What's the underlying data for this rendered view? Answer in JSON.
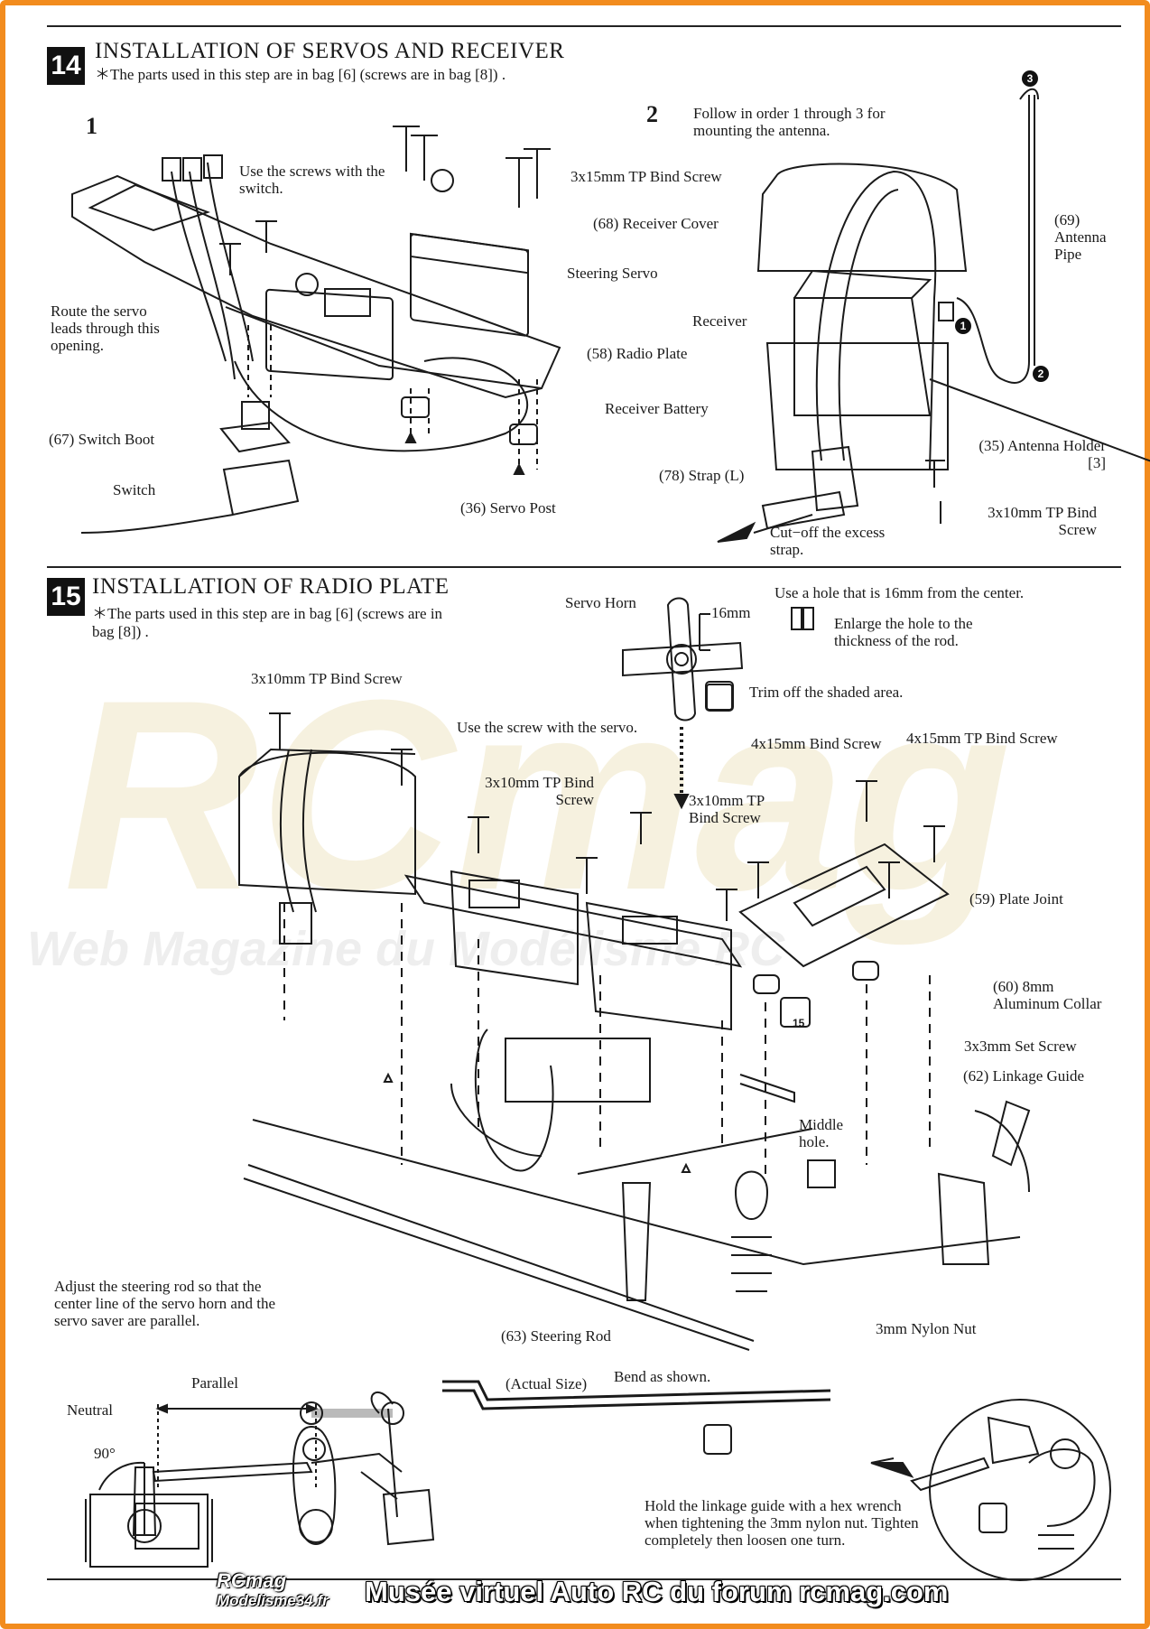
{
  "step14": {
    "number": "14",
    "title": "INSTALLATION OF SERVOS AND RECEIVER",
    "note": "＊The parts used in this step are in bag [6] (screws are in bag [8]) .",
    "sub1": "1",
    "sub2": "2",
    "labels": {
      "use_screws_switch": "Use the screws with the switch.",
      "screw_3x15": "3x15mm TP Bind Screw",
      "steering_servo": "Steering Servo",
      "route_leads": "Route the servo leads through this opening.",
      "radio_plate": "(58)  Radio Plate",
      "switch_boot": "(67)  Switch Boot",
      "switch": "Switch",
      "servo_post": "(36)  Servo Post",
      "antenna_order": "Follow in order 1 through 3 for mounting the antenna.",
      "receiver_cover": "(68)  Receiver Cover",
      "receiver": "Receiver",
      "receiver_battery": "Receiver Battery",
      "strap": "(78)  Strap  (L)",
      "cut_off": "Cut−off the excess strap.",
      "antenna_pipe": "(69) Antenna Pipe",
      "antenna_holder": "(35)  Antenna Holder [3]",
      "screw_3x10_bind": "3x10mm TP Bind Screw",
      "num1": "1",
      "num2": "2",
      "num3": "3"
    }
  },
  "step15": {
    "number": "15",
    "title": "INSTALLATION OF RADIO PLATE",
    "note": "＊The parts used in this step are in bag [6] (screws are in bag [8]) .",
    "labels": {
      "servo_horn": "Servo Horn",
      "dim_16mm": "16mm",
      "use_hole": "Use a hole that is 16mm from the center.",
      "enlarge_hole": "Enlarge the hole to the thickness of the rod.",
      "trim": "Trim off the shaded area.",
      "screw_3x10_bind_left": "3x10mm TP Bind Screw",
      "use_screw_servo": "Use the screw with the servo.",
      "screw_3x10_bind_mid": "3x10mm TP Bind Screw",
      "screw_3x10_tp_bind": "3x10mm TP Bind Screw",
      "screw_4x15_bind": "4x15mm Bind Screw",
      "screw_4x15_tp_bind": "4x15mm TP Bind Screw",
      "plate_joint": "(59)  Plate Joint",
      "aluminum_collar": "(60)  8mm Aluminum Collar",
      "set_screw": "3x3mm Set Screw",
      "linkage_guide": "(62)  Linkage Guide",
      "middle_hole": "Middle hole.",
      "steering_rod": "(63)  Steering Rod",
      "nylon_nut": "3mm Nylon Nut",
      "adjust_rod": "Adjust the steering rod so that the center line of the servo horn and the servo saver are parallel.",
      "parallel": "Parallel",
      "neutral": "Neutral",
      "deg90": "90°",
      "actual_size": "(Actual Size)",
      "bend": "Bend as shown.",
      "hold_guide": "Hold the linkage guide with a hex wrench when tightening the 3mm nylon nut. Tighten completely then loosen one turn.",
      "tool_badge": "15"
    }
  },
  "watermark": {
    "big": "RCmag",
    "line": "Web Magazine du Modélisme RC"
  },
  "footer": {
    "logo_top": "RCmag",
    "logo_bottom": "Modelisme34.fr",
    "text": "Musée virtuel Auto RC du forum rcmag.com"
  },
  "colors": {
    "border": "#f28c1e",
    "ink": "#1a1a1a",
    "watermark": "#f3ecd2"
  }
}
